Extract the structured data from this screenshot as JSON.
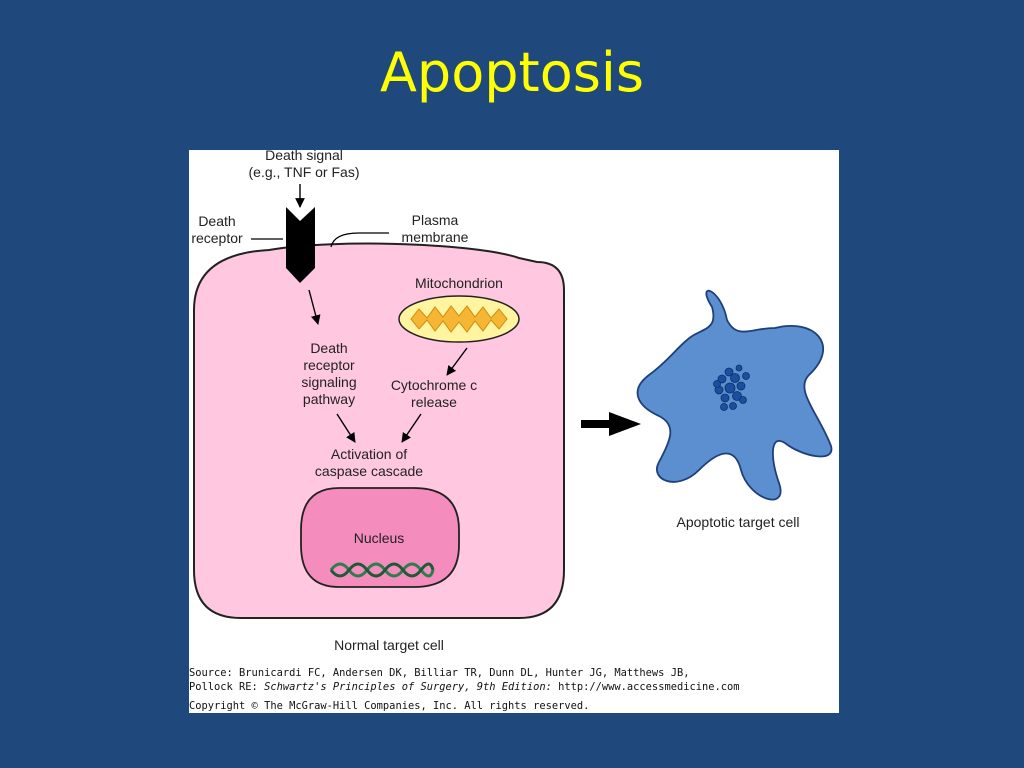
{
  "slide": {
    "title": "Apoptosis"
  },
  "figure": {
    "labels": {
      "death_signal": [
        "Death signal",
        "(e.g., TNF or Fas)"
      ],
      "death_receptor": [
        "Death",
        "receptor"
      ],
      "plasma_membrane": [
        "Plasma",
        "membrane"
      ],
      "mitochondrion": "Mitochondrion",
      "death_receptor_pathway": [
        "Death",
        "receptor",
        "signaling",
        "pathway"
      ],
      "cytochrome_release": [
        "Cytochrome c",
        "release"
      ],
      "caspase_activation": [
        "Activation of",
        "caspase cascade"
      ],
      "nucleus": "Nucleus",
      "normal_cell": "Normal target cell",
      "apoptotic_cell": "Apoptotic target cell"
    },
    "colors": {
      "cell_fill": "#ffc8e0",
      "nucleus_fill": "#f48cbe",
      "mito_outer": "#fff4a0",
      "mito_inner": "#f5b634",
      "apoptotic_fill": "#5b8fd0",
      "chromatin": "#1a4fa0",
      "dna": "#2e7d4f"
    },
    "source": {
      "line1": "Source: Brunicardi FC, Andersen DK, Billiar TR, Dunn DL, Hunter JG, Matthews JB,",
      "line2_prefix": "Pollock RE: ",
      "line2_title": "Schwartz's Principles of Surgery, 9th Edition:",
      "line2_suffix": " http://www.accessmedicine.com",
      "copyright": "Copyright © The McGraw-Hill Companies, Inc. All rights reserved."
    }
  }
}
